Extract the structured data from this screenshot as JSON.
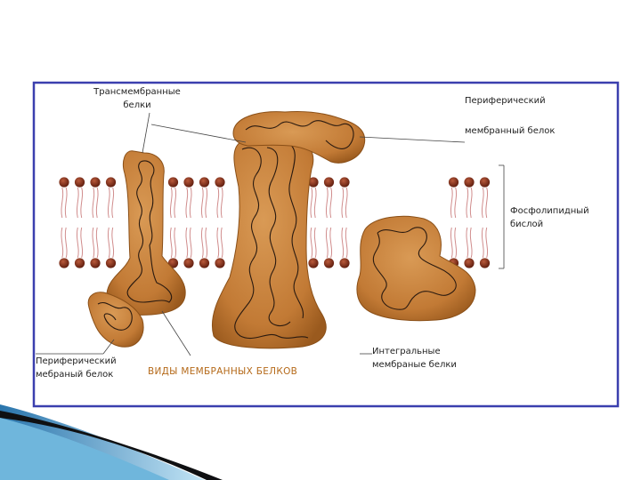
{
  "diagram": {
    "labels": {
      "transmembrane": [
        "Трансмембранные",
        "белки"
      ],
      "peripheral_right": [
        "Периферический",
        "мембранный белок"
      ],
      "bilayer": [
        "Фосфолипидный",
        "бислой"
      ],
      "peripheral_left": [
        "Периферический",
        "мебраный белок"
      ],
      "integral": [
        "Интегральные",
        "мембраные белки"
      ],
      "title": "ВИДЫ    МЕМБРАННЫХ  БЕЛКОВ"
    },
    "colors": {
      "frame": "#3b3fae",
      "protein": "#c9843f",
      "protein_dark": "#8a4f17",
      "protein_line": "#2a1a10",
      "lipid_head": "#7a2b16",
      "tail": "#d08c8c",
      "title": "#b56a1a",
      "deco_dark": "#0f1012",
      "deco_blue": "#4e9fd0"
    }
  }
}
